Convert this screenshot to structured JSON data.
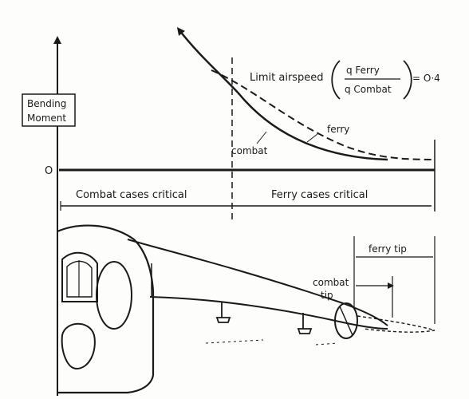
{
  "y_axis_label_line1": "Bending",
  "y_axis_label_line2": "Moment",
  "zero_label": "O",
  "formula_lead": "Limit airspeed",
  "ratio_numerator": "q Ferry",
  "ratio_denominator": "q Combat",
  "ratio_value": "= O·4",
  "curve_ferry_label": "ferry",
  "curve_combat_label": "combat",
  "region_left_label": "Combat cases critical",
  "region_right_label": "Ferry cases critical",
  "tip_ferry_label": "ferry tip",
  "tip_combat_line1": "combat",
  "tip_combat_line2": "tip",
  "colors": {
    "ink": "#1a1a1a",
    "paper": "#fdfdfb"
  }
}
